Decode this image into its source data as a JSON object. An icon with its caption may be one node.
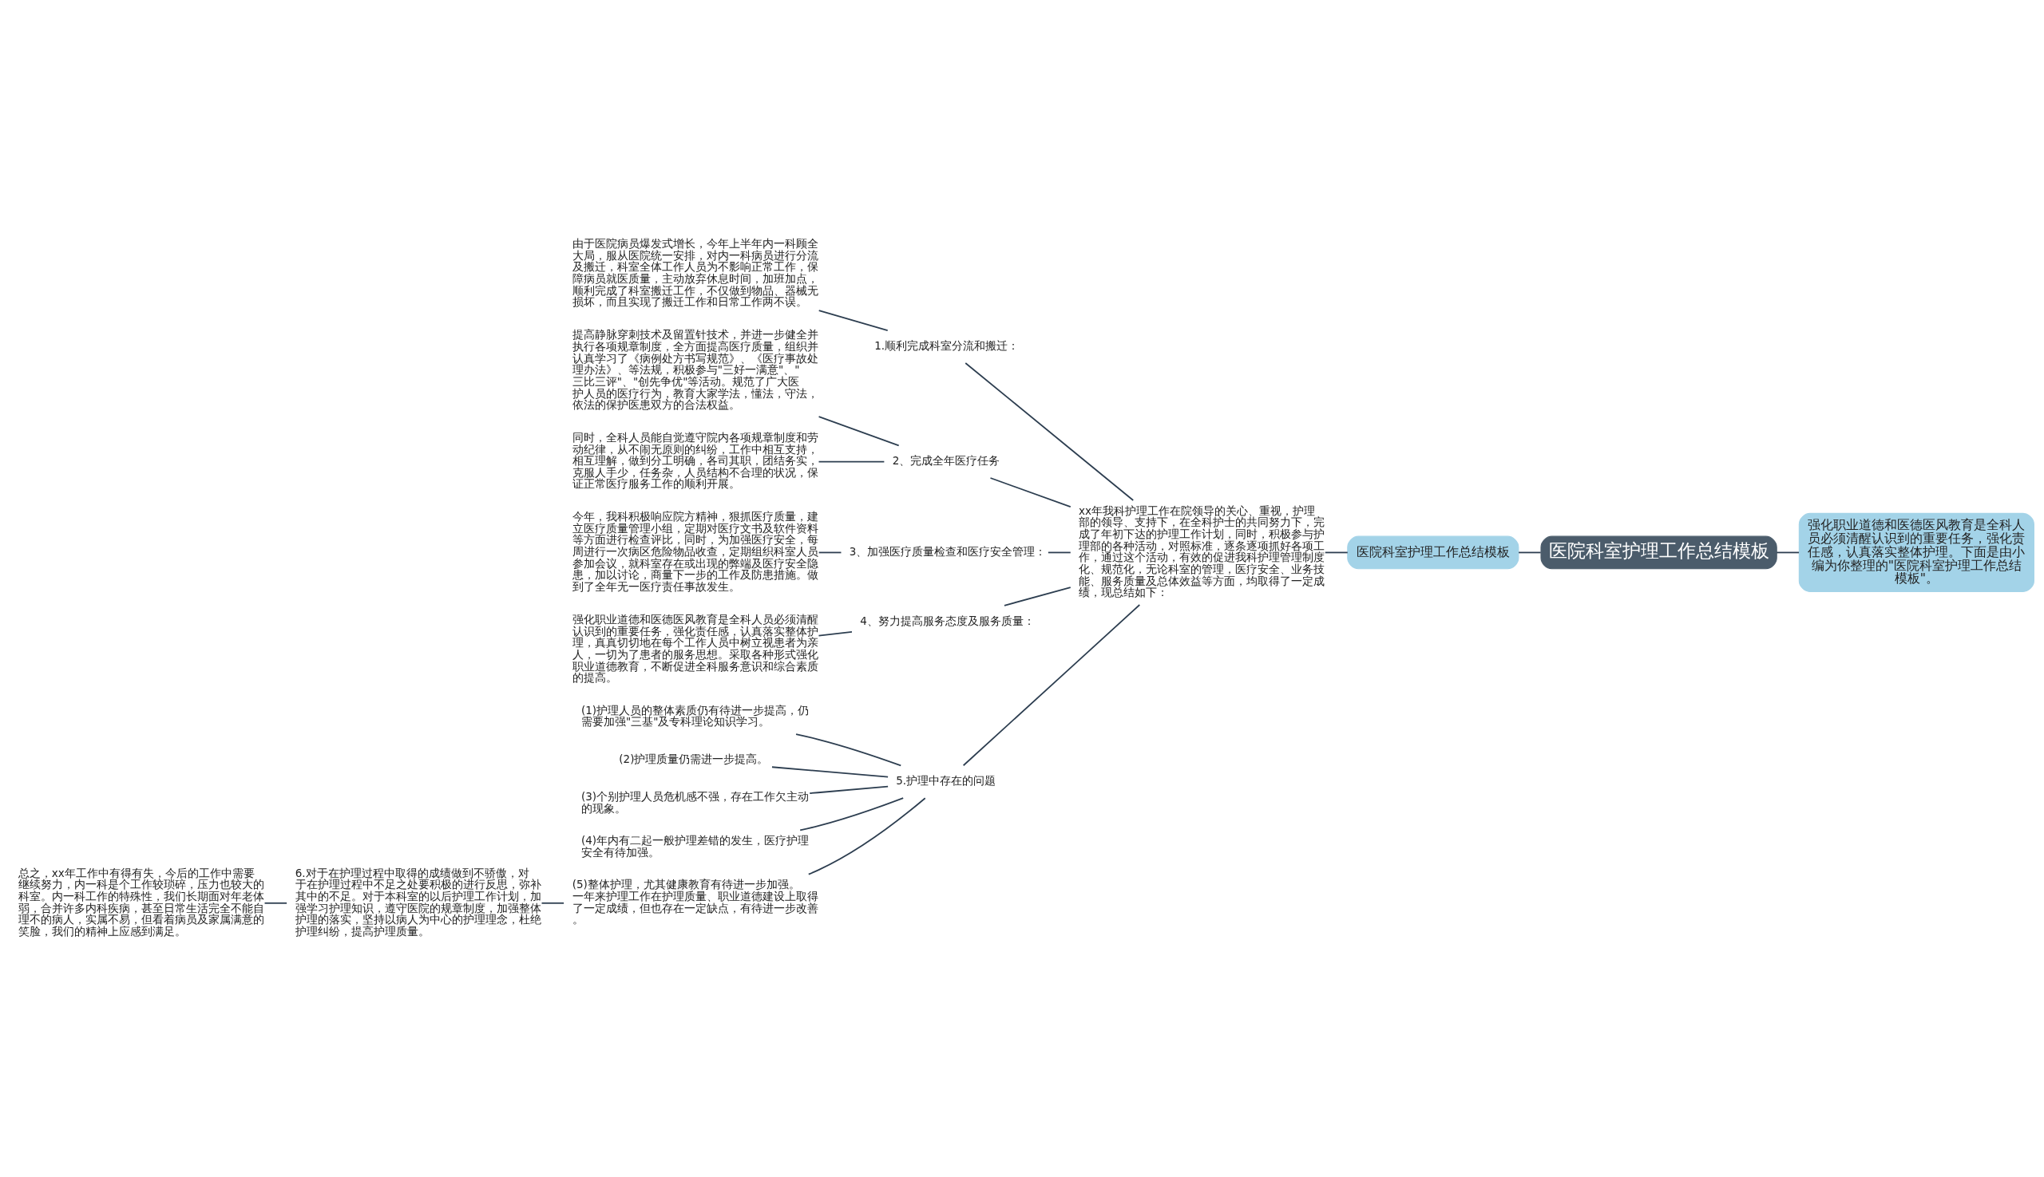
{
  "diagram": {
    "nodes": [
      {
        "text": [
          "医院科室护理工作总结模板"
        ]
      },
      {
        "text": [
          "强化职业道德和医德医风教育是全科人员必须清醒认识到的重要任务，强化责任感，认真落实整体护理。下面是由小编为你整理的\"医院科室护理工作总结模板\"。"
        ]
      },
      {
        "text": [
          "医院科室护理工作总结模板"
        ]
      },
      {
        "text": [
          "xx年我科护理工作在院领导的关心、重视，护理部的领导、支持下，在全科护士的共同努力下，完成了年初下达的护理工作计划，同时，积极参与护理部的各种活动，对照标准，逐条逐项抓好各项工作，通过这个活动，有效的促进我科护理管理制度化、规范化，无论科室的管理，医疗安全、业务技能、服务质量及总体效益等方面，均取得了一定成绩，现总结如下："
        ]
      },
      {
        "text": [
          "1.顺利完成科室分流和搬迁："
        ]
      },
      {
        "text": [
          "由于医院病员爆发式增长，今年上半年内一科顾全大局，服从医院统一安排，对内一科病员进行分流及搬迁，科室全体工作人员为不影响正常工作，保障病员就医质量，主动放弃休息时间，加班加点，顺利完成了科室搬迁工作，不仅做到物品、器械无损坏，而且实现了搬迁工作和日常工作两不误。"
        ]
      },
      {
        "text": [
          "2、完成全年医疗任务"
        ]
      },
      {
        "text": [
          "提高静脉穿刺技术及留置针技术，并进一步健全并执行各项规章制度，全方面提高医疗质量，组织并认真学习了《病例处方书写规范》、《医疗事故处理办法》、等法规，积极参与\"三好一满意\"、\"三比三评\"、\"创先争优\"等活动。规范了广大医护人员的医疗行为，教育大家学法，懂法，守法，依法的保护医患双方的合法权益。"
        ]
      },
      {
        "text": [
          "同时，全科人员能自觉遵守院内各项规章制度和劳动纪律，从不闹无原则的纠纷，工作中相互支持，相互理解，做到分工明确，各司其职，团结务实，克服人手少，任务杂，人员结构不合理的状况，保证正常医疗服务工作的顺利开展。"
        ]
      },
      {
        "text": [
          "3、加强医疗质量检查和医疗安全管理："
        ]
      },
      {
        "text": [
          "今年，我科积极响应院方精神，狠抓医疗质量，建立医疗质量管理小组，定期对医疗文书及软件资料等方面进行检查评比，同时，为加强医疗安全，每周进行一次病区危险物品收查，定期组织科室人员参加会议，就科室存在或出现的弊端及医疗安全隐患，加以讨论，商量下一步的工作及防患措施。做到了全年无一医疗责任事故发生。"
        ]
      },
      {
        "text": [
          "4、努力提高服务态度及服务质量："
        ]
      },
      {
        "text": [
          "强化职业道德和医德医风教育是全科人员必须清醒认识到的重要任务，强化责任感，认真落实整体护理，真真切切地在每个工作人员中树立视患者为亲人，一切为了患者的服务思想。采取各种形式强化职业道德教育，不断促进全科服务意识和综合素质的提高。"
        ]
      },
      {
        "text": [
          "5.护理中存在的问题"
        ]
      },
      {
        "text": [
          "(1)护理人员的整体素质仍有待进一步提高，仍需要加强\"三基\"及专科理论知识学习。"
        ]
      },
      {
        "text": [
          "(2)护理质量仍需进一步提高。"
        ]
      },
      {
        "text": [
          "(3)个别护理人员危机感不强，存在工作欠主动的现象。"
        ]
      },
      {
        "text": [
          "(4)年内有二起一般护理差错的发生，医疗护理安全有待加强。"
        ]
      },
      {
        "text": [
          "(5)整体护理，尤其健康教育有待进一步加强。一年来护理工作在护理质量、职业道德建设上取得了一定成绩，但也存在一定缺点，有待进一步改善。"
        ]
      },
      {
        "text": [
          "6.对于在护理过程中取得的成绩做到不骄傲，对于在护理过程中不足之处要积极的进行反思，弥补其中的不足。对于本科室的以后护理工作计划，加强学习护理知识，遵守医院的规章制度，加强整体护理的落实，坚持以病人为中心的护理理念，杜绝护理纠纷，提高护理质量。"
        ]
      },
      {
        "text": [
          "总之，xx年工作中有得有失，今后的工作中需要继续努力，内一科是个工作较琐碎，压力也较大的科室。内一科工作的特殊性，我们长期面对年老体弱，合并许多内科疾病，甚至日常生活完全不能自理不的病人，实属不易，但看着病员及家属满意的笑脸，我们的精神上应感到满足。"
        ]
      }
    ],
    "edges": [
      {
        "from": 1,
        "to": 0,
        "arrow": "none"
      },
      {
        "from": 0,
        "to": 2,
        "arrow": "none"
      },
      {
        "from": 2,
        "to": 3,
        "arrow": "none"
      },
      {
        "from": 3,
        "to": 4,
        "arrow": "none"
      },
      {
        "from": 4,
        "to": 5,
        "arrow": "none"
      },
      {
        "from": 3,
        "to": 6,
        "arrow": "none"
      },
      {
        "from": 6,
        "to": 7,
        "arrow": "none"
      },
      {
        "from": 6,
        "to": 8,
        "arrow": "none"
      },
      {
        "from": 3,
        "to": 9,
        "arrow": "none"
      },
      {
        "from": 9,
        "to": 10,
        "arrow": "none"
      },
      {
        "from": 3,
        "to": 11,
        "arrow": "none"
      },
      {
        "from": 11,
        "to": 12,
        "arrow": "none"
      },
      {
        "from": 3,
        "to": 13,
        "arrow": "none"
      },
      {
        "from": 13,
        "to": 14,
        "arrow": "none"
      },
      {
        "from": 13,
        "to": 15,
        "arrow": "none"
      },
      {
        "from": 13,
        "to": 16,
        "arrow": "none"
      },
      {
        "from": 13,
        "to": 17,
        "arrow": "none"
      },
      {
        "from": 13,
        "to": 18,
        "arrow": "none"
      },
      {
        "from": 18,
        "to": 19,
        "arrow": "none"
      },
      {
        "from": 19,
        "to": 20,
        "arrow": "none"
      }
    ]
  }
}
